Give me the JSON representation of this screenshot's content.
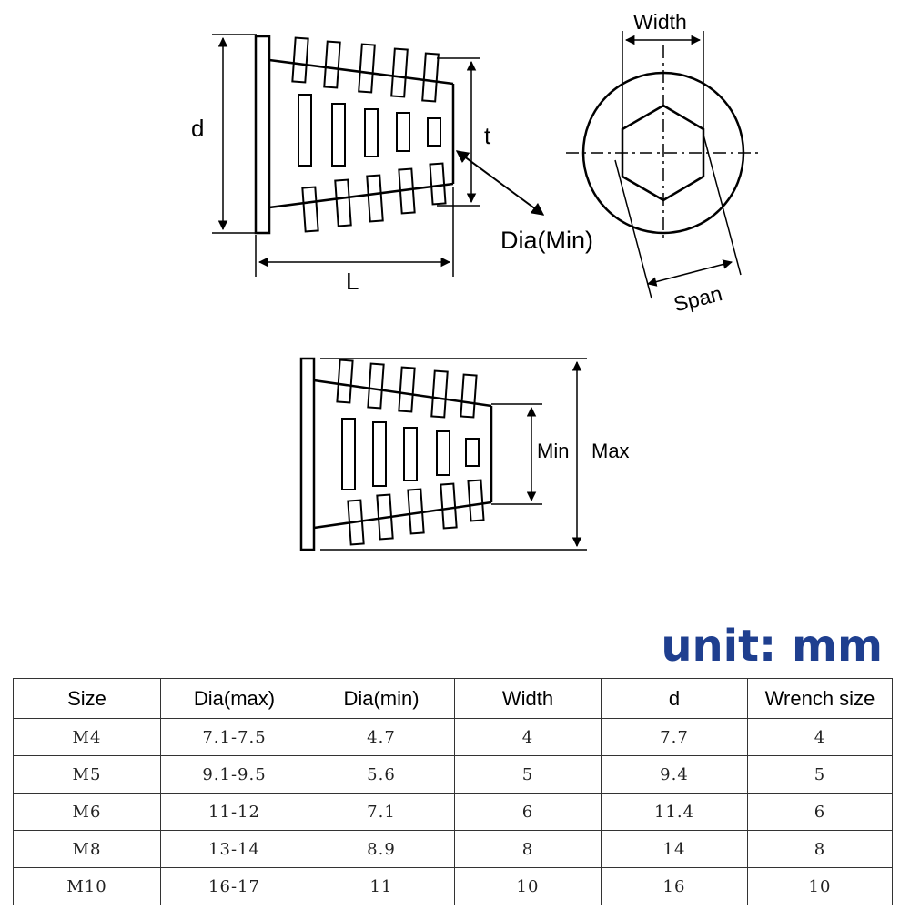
{
  "colors": {
    "unit": "#1f3f8f",
    "line": "#000000",
    "table_border": "#333333"
  },
  "diagram": {
    "labels": {
      "d": "d",
      "t": "t",
      "L": "L",
      "dia_min": "Dia(Min)",
      "width": "Width",
      "span": "Span",
      "min": "Min",
      "max": "Max"
    }
  },
  "unit": "unit: mm",
  "table": {
    "headers": [
      "Size",
      "Dia(max)",
      "Dia(min)",
      "Width",
      "d",
      "Wrench size"
    ],
    "rows": [
      [
        "M4",
        "7.1-7.5",
        "4.7",
        "4",
        "7.7",
        "4"
      ],
      [
        "M5",
        "9.1-9.5",
        "5.6",
        "5",
        "9.4",
        "5"
      ],
      [
        "M6",
        "11-12",
        "7.1",
        "6",
        "11.4",
        "6"
      ],
      [
        "M8",
        "13-14",
        "8.9",
        "8",
        "14",
        "8"
      ],
      [
        "M10",
        "16-17",
        "11",
        "10",
        "16",
        "10"
      ]
    ]
  }
}
